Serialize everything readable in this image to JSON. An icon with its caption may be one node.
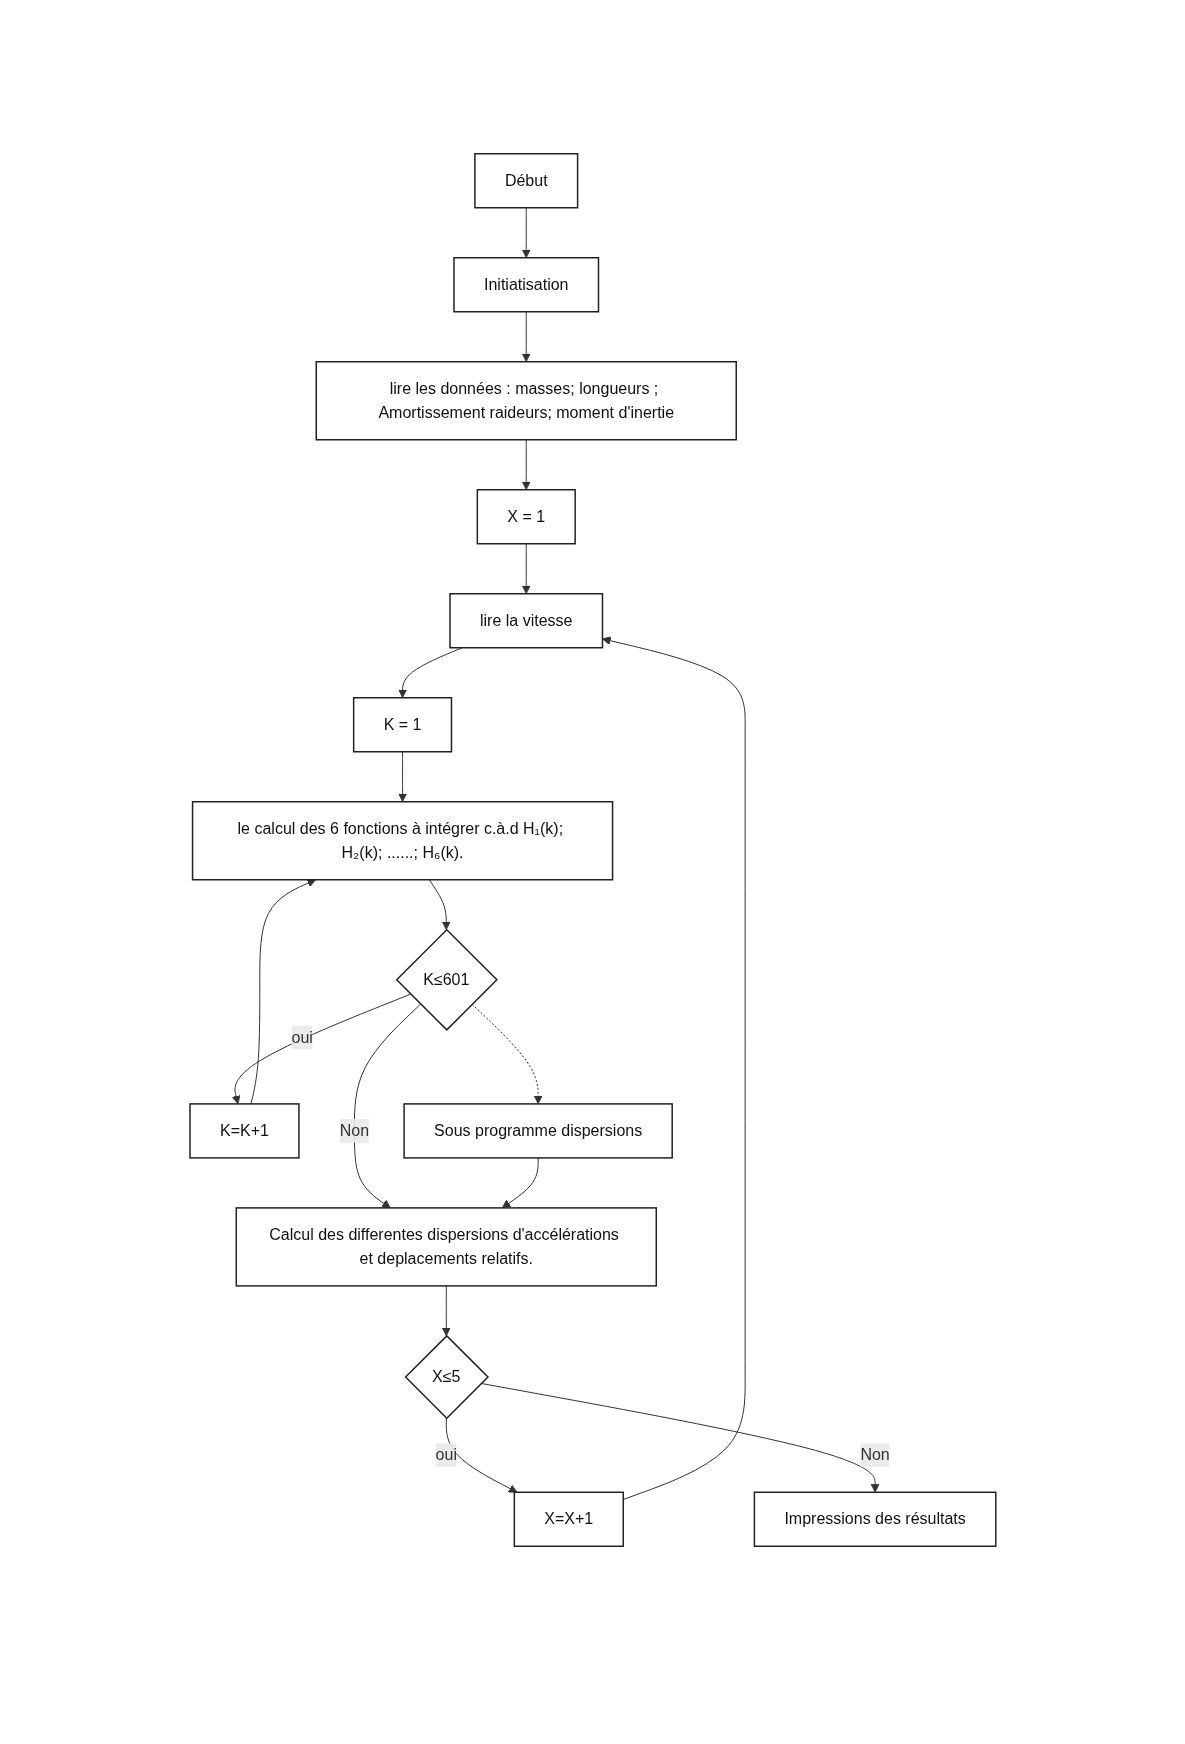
{
  "diagram": {
    "nodes": [
      {
        "text": [
          "Début"
        ]
      },
      {
        "text": [
          "Initiatisation"
        ]
      },
      {
        "text": [
          "lire les données : masses; longueurs ; Amortissement raideurs; moment d'inertie"
        ]
      },
      {
        "text": [
          "X = 1"
        ]
      },
      {
        "text": [
          "lire la vitesse"
        ]
      },
      {
        "text": [
          "K = 1"
        ]
      },
      {
        "text": [
          "le calcul des 6 fonctions à intégrer c.à.d H₁(k); H₂(k); ......; H₆(k)."
        ]
      },
      {
        "text": [
          "K≤601"
        ]
      },
      {
        "text": [
          "K=K+1"
        ]
      },
      {
        "text": [
          "Sous programme dispersions"
        ]
      },
      {
        "text": [
          "Calcul des differentes dispersions d'accélérations et deplacements relatifs."
        ]
      },
      {
        "text": [
          "X≤5"
        ]
      },
      {
        "text": [
          "X=X+1"
        ]
      },
      {
        "text": [
          "Impressions des résultats"
        ]
      }
    ],
    "edges": [
      {
        "from": 0,
        "to": 1,
        "arrow": "to"
      },
      {
        "from": 1,
        "to": 2,
        "arrow": "to"
      },
      {
        "from": 2,
        "to": 3,
        "arrow": "to"
      },
      {
        "from": 3,
        "to": 4,
        "arrow": "to"
      },
      {
        "from": 4,
        "to": 5,
        "arrow": "to"
      },
      {
        "from": 5,
        "to": 6,
        "arrow": "to"
      },
      {
        "from": 6,
        "to": 7,
        "arrow": "to"
      },
      {
        "from": 7,
        "to": 8,
        "label": "oui",
        "arrow": "to"
      },
      {
        "from": 8,
        "to": 6,
        "arrow": "to"
      },
      {
        "from": 7,
        "to": 9,
        "arrow": "to",
        "style": "dashed"
      },
      {
        "from": 7,
        "to": 10,
        "label": "Non",
        "arrow": "to"
      },
      {
        "from": 9,
        "to": 10,
        "arrow": "to"
      },
      {
        "from": 10,
        "to": 11,
        "arrow": "to"
      },
      {
        "from": 11,
        "to": 12,
        "label": "oui",
        "arrow": "to"
      },
      {
        "from": 12,
        "to": 4,
        "arrow": "to"
      },
      {
        "from": 11,
        "to": 13,
        "label": "Non",
        "arrow": "to"
      }
    ]
  }
}
